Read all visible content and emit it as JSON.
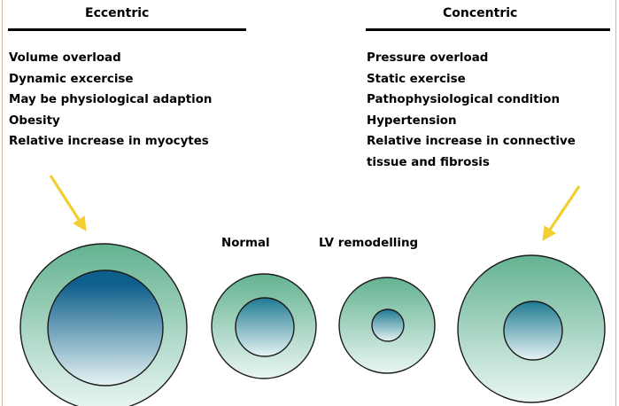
{
  "eccentric": {
    "title": "Eccentric",
    "items": [
      "Volume overload",
      "Dynamic excercise",
      "May be physiological adaption",
      "Obesity",
      "Relative increase in myocytes"
    ]
  },
  "concentric": {
    "title": "Concentric",
    "items": [
      "Pressure overload",
      "Static exercise",
      "Pathophysiological condition",
      "Hypertension",
      "Relative increase in connective",
      "tissue and fibrosis"
    ]
  },
  "labels": {
    "normal": "Normal",
    "lv_remodelling": "LV remodelling"
  },
  "colors": {
    "outer_ring_top": "#63b290",
    "outer_ring_bottom": "#e9f6f3",
    "cavity_top": "#0f5f8c",
    "cavity_bottom": "#e6f4f3",
    "arrow": "#f2cf2f",
    "frame": "#d7b49a"
  }
}
